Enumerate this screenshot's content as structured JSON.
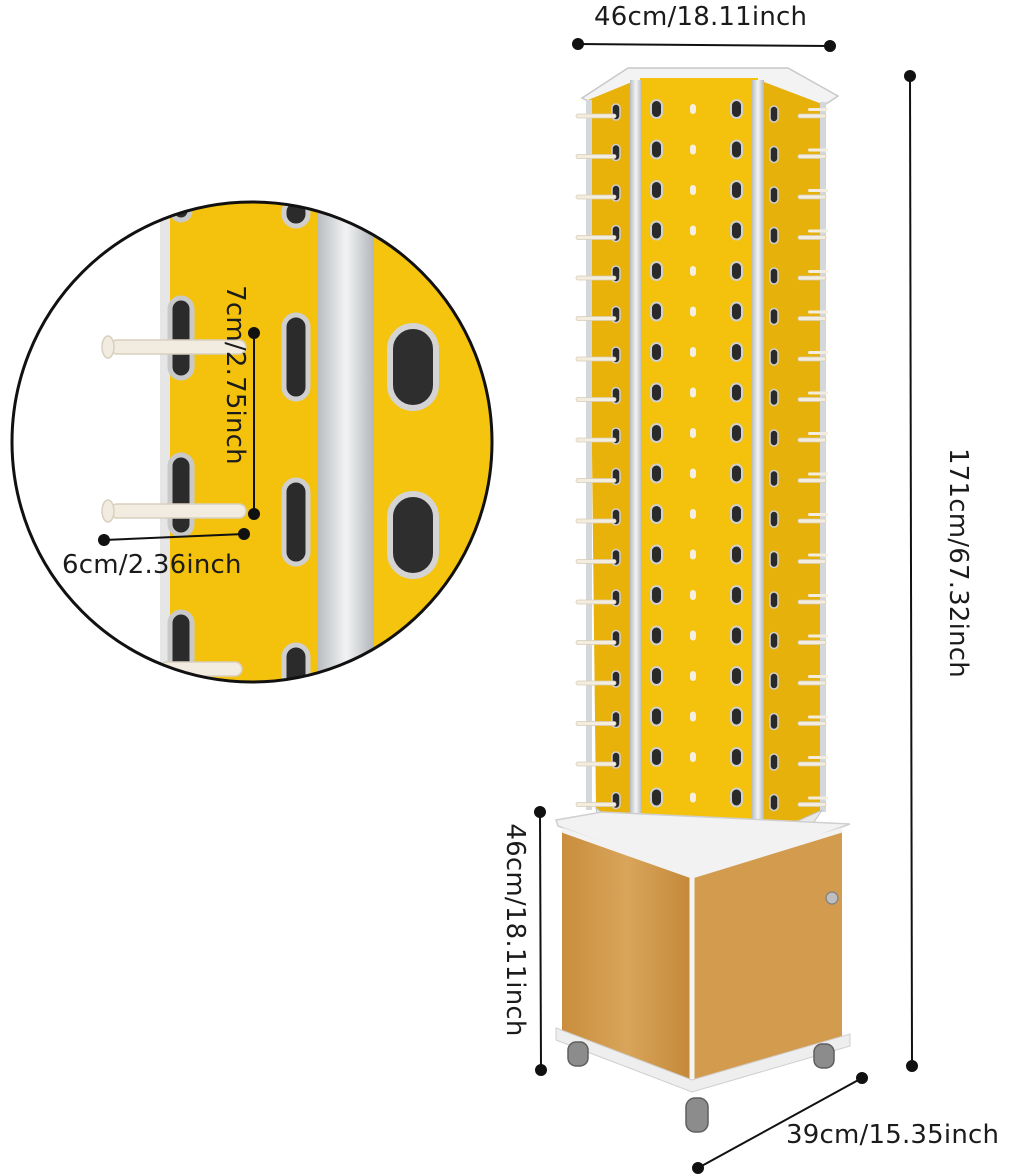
{
  "dimensions": {
    "top_width": "46cm/18.11inch",
    "total_height": "171cm/67.32inch",
    "cabinet_height": "46cm/18.11inch",
    "base_depth": "39cm/15.35inch",
    "peg_spacing": "7cm/2.75inch",
    "peg_length": "6cm/2.36inch"
  },
  "colors": {
    "panel_yellow": "#f4c20d",
    "panel_yellow_dark": "#dca806",
    "trim_silver": "#d9dcdf",
    "wood": "#d29a4c",
    "wood_dark": "#b97f34",
    "line": "#111111"
  }
}
